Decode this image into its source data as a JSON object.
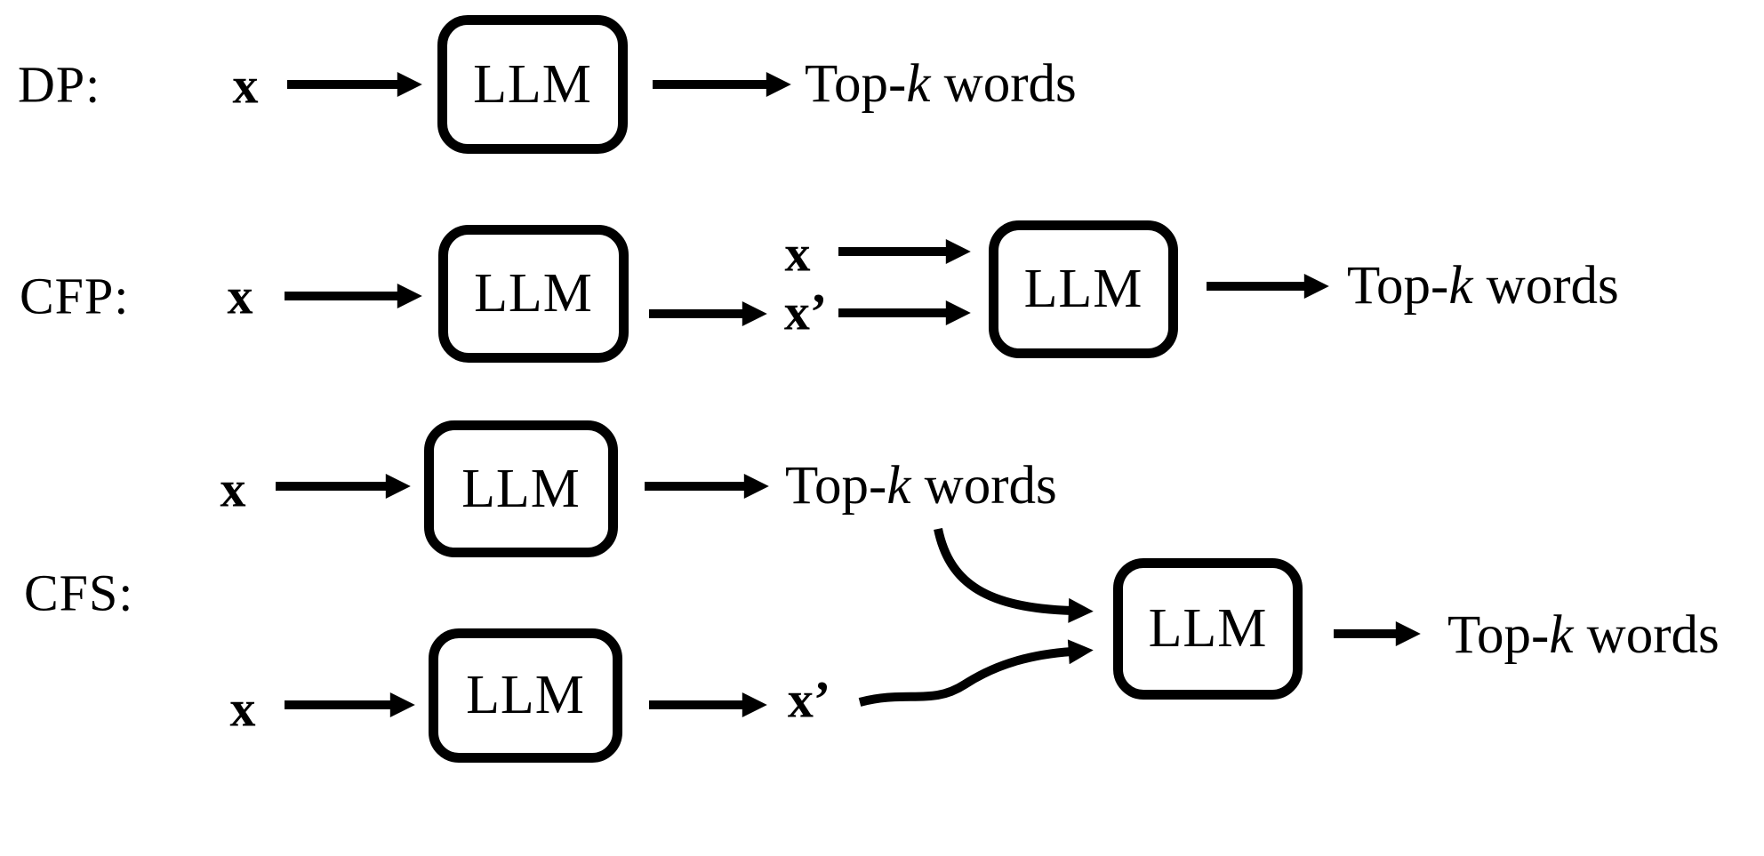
{
  "colors": {
    "ink": "#000000",
    "background": "#ffffff"
  },
  "methods": [
    {
      "id": "dp",
      "label": "DP:"
    },
    {
      "id": "cfp",
      "label": "CFP:"
    },
    {
      "id": "cfs",
      "label": "CFS:"
    }
  ],
  "tokens": {
    "llm": "LLM",
    "x": "x",
    "x_prime": "x’"
  },
  "topk": {
    "pre": "Top-",
    "k": "k",
    "post": " words"
  },
  "arrows": [
    "dp-x-to-llm",
    "dp-llm-to-topk",
    "cfp-x-to-llm1",
    "cfp-llm1-to-xprime",
    "cfp-x-to-llm2",
    "cfp-xprime-to-llm2",
    "cfp-llm2-to-topk",
    "cfs-x-to-llm-top",
    "cfs-llm-top-to-topk",
    "cfs-x-to-llm-bottom",
    "cfs-llm-bottom-to-xprime",
    "cfs-topk-curve-to-llm",
    "cfs-xprime-curve-to-llm",
    "cfs-llm-to-topk"
  ]
}
